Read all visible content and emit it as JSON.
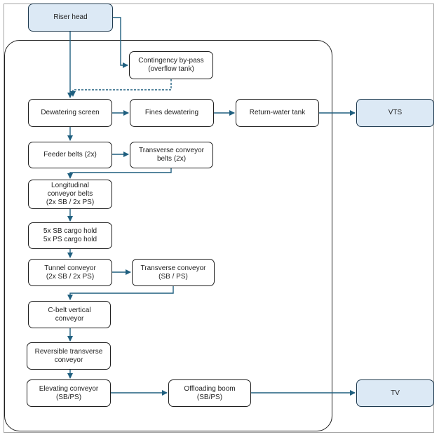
{
  "colors": {
    "arrow": "#1f5f7f",
    "external_fill": "#dce9f5",
    "border": "#1f1f1f"
  },
  "nodes": {
    "riser_head": "Riser head",
    "contingency": "Contingency by-pass\n(overflow tank)",
    "dewatering_screen": "Dewatering screen",
    "fines_dewatering": "Fines dewatering",
    "return_water_tank": "Return-water tank",
    "vts": "VTS",
    "feeder_belts": "Feeder belts (2x)",
    "transverse_conveyor_belts": "Transverse conveyor\nbelts (2x)",
    "longitudinal_belts": "Longitudinal\nconveyor belts\n(2x SB / 2x PS)",
    "cargo_hold": "5x SB cargo hold\n5x PS cargo hold",
    "tunnel_conveyor": "Tunnel conveyor\n(2x SB / 2x PS)",
    "transverse_conveyor_sbps": "Transverse conveyor\n(SB / PS)",
    "c_belt": "C-belt vertical\nconveyor",
    "reversible_transverse": "Reversible transverse\nconveyor",
    "elevating_conveyor": "Elevating conveyor\n(SB/PS)",
    "offloading_boom": "Offloading boom\n(SB/PS)",
    "tv": "TV"
  }
}
